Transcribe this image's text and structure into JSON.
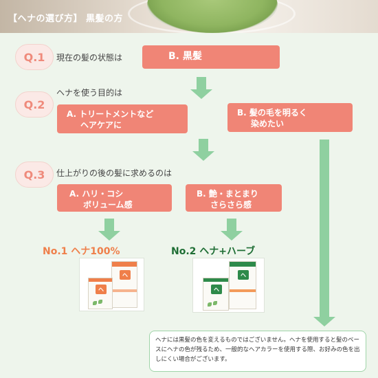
{
  "header": {
    "title": "【ヘナの選び方】 黒髪の方"
  },
  "questions": [
    {
      "badge": "Q.1",
      "text": "現在の髪の状態は"
    },
    {
      "badge": "Q.2",
      "text": "ヘナを使う目的は"
    },
    {
      "badge": "Q.3",
      "text": "仕上がりの後の髪に求めるのは"
    }
  ],
  "q1_answer": {
    "label": "B. 黒髪"
  },
  "q2_options": [
    {
      "line1": "A. トリートメントなど",
      "line2": "ヘアケアに"
    },
    {
      "line1": "B. 髪の毛を明るく",
      "line2": "染めたい"
    }
  ],
  "q3_options": [
    {
      "line1": "A. ハリ・コシ",
      "line2": "ボリューム感"
    },
    {
      "line1": "B. 艶・まとまり",
      "line2": "さらさら感"
    }
  ],
  "results": [
    {
      "label": "No.1 ヘナ100%",
      "color": "#ef7f4a"
    },
    {
      "label": "No.2 ヘナ+ハーブ",
      "color": "#1f6e35"
    }
  ],
  "note": {
    "text": "ヘナには黒髪の色を変えるものではございません。ヘナを使用すると髪のベースにヘナの色が残るため、一般的なヘアカラーを使用する際、お好みの色を出しにくい場合がございます。"
  },
  "colors": {
    "accent_box": "#f08576",
    "arrow": "#8fd0a0",
    "badge_text": "#ef8a7b"
  }
}
